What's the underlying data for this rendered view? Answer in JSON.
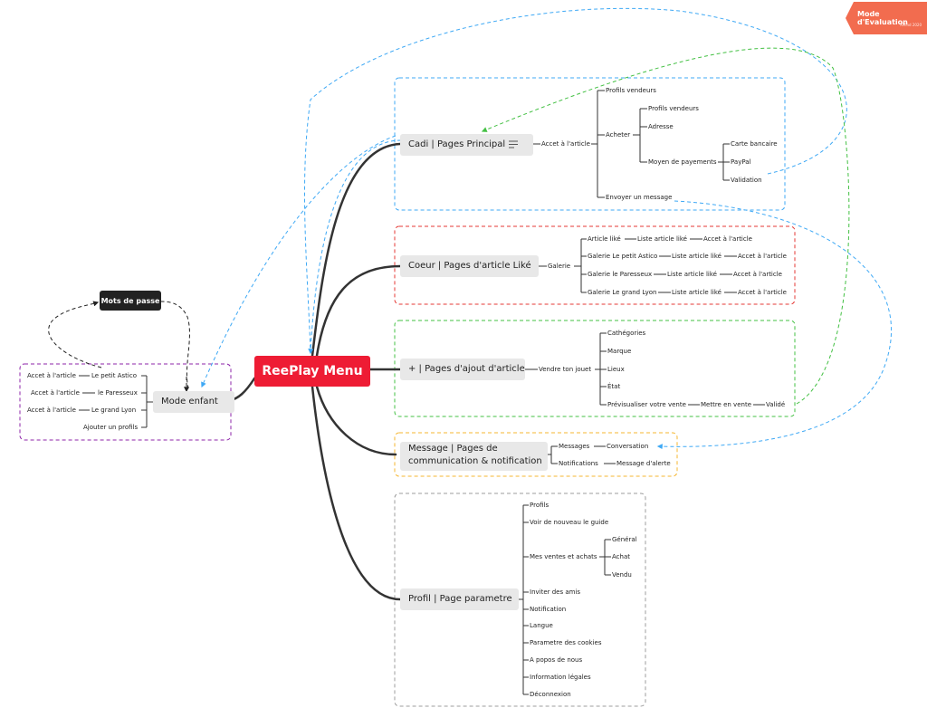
{
  "badge": {
    "title": "Mode d'Evaluation",
    "subtitle": "XMind 2020"
  },
  "root": {
    "label": "ReePlay Menu"
  },
  "password": {
    "label": "Mots de passe"
  },
  "child_mode": {
    "label": "Mode enfant",
    "items": [
      {
        "name": "Le petit Astico",
        "action": "Accet à l'article"
      },
      {
        "name": "le Paresseux",
        "action": "Accet à l'article"
      },
      {
        "name": "Le grand Lyon",
        "action": "Accet à l'article"
      },
      {
        "name": "Ajouter un profils"
      }
    ]
  },
  "cadi": {
    "label": "Cadi | Pages Principal",
    "access": "Accet à l'article",
    "seller_profiles": "Profils vendeurs",
    "buy": "Acheter",
    "buy_items": {
      "profiles": "Profils vendeurs",
      "address": "Adresse",
      "payment": "Moyen de payements"
    },
    "payment_options": [
      "Carte bancaire",
      "PayPal",
      "Validation"
    ],
    "send_message": "Envoyer un message"
  },
  "coeur": {
    "label": "Coeur | Pages d'article Liké",
    "gallery": "Galerie",
    "rows": [
      {
        "name": "Article liké",
        "list": "Liste article liké",
        "action": "Accet à l'article"
      },
      {
        "name": "Galerie Le petit Astico",
        "list": "Liste article liké",
        "action": "Accet à l'article"
      },
      {
        "name": "Galerie le Paresseux",
        "list": "Liste article liké",
        "action": "Accet à l'article"
      },
      {
        "name": "Galerie Le grand Lyon",
        "list": "Liste article liké",
        "action": "Accet à l'article"
      }
    ]
  },
  "ajout": {
    "label": "+ | Pages d'ajout d'article",
    "sell": "Vendre ton jouet",
    "items": [
      "Cathégories",
      "Marque",
      "Lieux",
      "État"
    ],
    "preview": "Prévisualiser votre vente",
    "publish": "Mettre en vente",
    "validated": "Validé"
  },
  "message": {
    "label_line1": "Message | Pages de",
    "label_line2": "communication & notification",
    "messages": "Messages",
    "conversation": "Conversation",
    "notifications": "Notifications",
    "alert": "Message d'alerte"
  },
  "profil": {
    "label": "Profil | Page parametre",
    "items_top": [
      "Profils",
      "Voir de nouveau le guide"
    ],
    "sales": "Mes ventes et achats",
    "sales_items": [
      "Général",
      "Achat",
      "Vendu"
    ],
    "items_bottom": [
      "Inviter des amis",
      "Notification",
      "Langue",
      "Parametre des cookies",
      "A popos de nous",
      "Information légales",
      "Déconnexion"
    ]
  },
  "icons": {
    "cadi_note": "notes-icon"
  },
  "colors": {
    "root": "#ee1c34",
    "badge": "#f26c4f",
    "cadi_border": "#3fa9f5",
    "coeur_border": "#e53935",
    "ajout_border": "#43c043",
    "message_border": "#f5b731",
    "profil_border": "#9e9e9e",
    "child_border": "#8e24aa",
    "link_blue": "#3fa9f5",
    "link_green": "#43c043"
  }
}
